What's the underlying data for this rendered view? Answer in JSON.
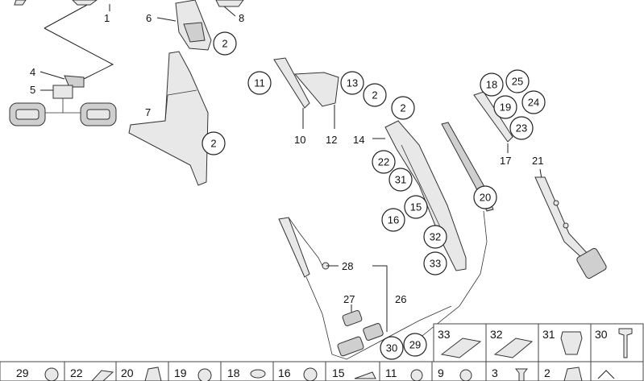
{
  "callouts": {
    "1": "1",
    "2": "2",
    "4": "4",
    "5": "5",
    "6": "6",
    "7": "7",
    "8": "8",
    "10": "10",
    "11": "11",
    "12": "12",
    "13": "13",
    "14": "14",
    "15": "15",
    "16": "16",
    "17": "17",
    "18": "18",
    "19": "19",
    "20": "20",
    "21": "21",
    "22": "22",
    "23": "23",
    "24": "24",
    "25": "25",
    "26": "26",
    "27": "27",
    "28": "28",
    "29": "29",
    "30": "30",
    "31": "31",
    "32": "32",
    "33": "33"
  },
  "fastener_row_top": [
    "33",
    "32",
    "31",
    "30"
  ],
  "fastener_row_bottom": [
    "29",
    "22",
    "20",
    "19",
    "18",
    "16",
    "15",
    "11",
    "9",
    "3",
    "2"
  ],
  "colors": {
    "line": "#222222",
    "part_fill": "#e8e8e8",
    "background": "#ffffff"
  }
}
